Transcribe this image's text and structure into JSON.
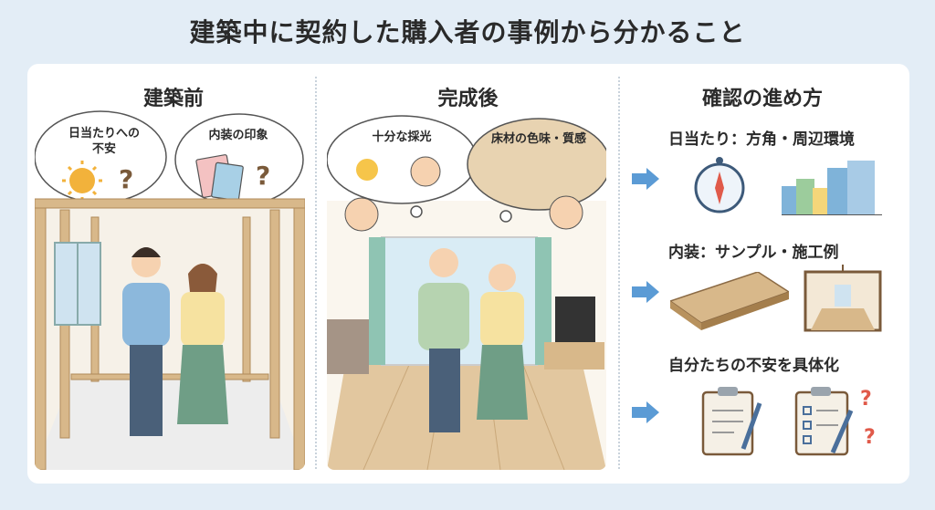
{
  "title": "建築中に契約した購入者の事例から分かること",
  "columns": {
    "before": {
      "heading": "建築前",
      "bubble_left": "日当たりへの\n不安",
      "bubble_right": "内装の印象",
      "question_mark": "?"
    },
    "after": {
      "heading": "完成後",
      "bubble_left": "十分な採光",
      "bubble_right": "床材の色味・質感"
    },
    "steps": {
      "heading": "確認の進め方",
      "items": [
        {
          "label": "日当たり：方角・周辺環境"
        },
        {
          "label": "内装：サンプル・施工例"
        },
        {
          "label": "自分たちの不安を具体化"
        }
      ]
    }
  },
  "colors": {
    "background": "#e3edf6",
    "card": "#ffffff",
    "arrow": "#5b9bd5",
    "wood": "#d8b88a"
  }
}
